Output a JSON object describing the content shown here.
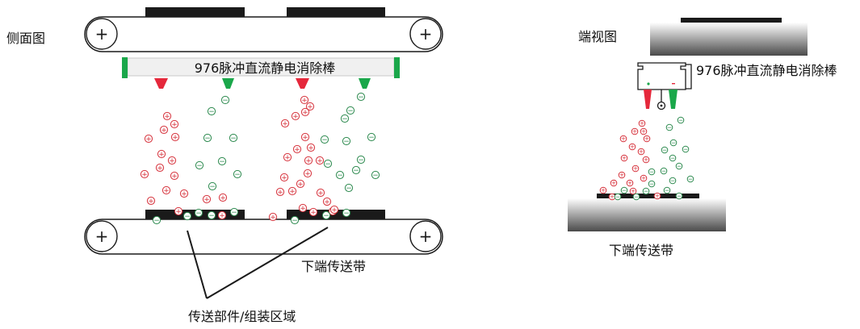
{
  "side_view": {
    "label": "侧面图",
    "bar_label": "976脉冲直流静电消除棒",
    "roller_symbol": "+",
    "lower_conveyor_label": "下端传送带",
    "zone_label": "传送部件/组装区域"
  },
  "end_view": {
    "label": "端视图",
    "bar_label": "976脉冲直流静电消除棒",
    "lower_conveyor_label": "下端传送带"
  },
  "ion_symbols": {
    "positive": "+",
    "negative": "−"
  },
  "colors": {
    "positive_emitter": "#e5283b",
    "negative_emitter": "#1aa74a",
    "positive_ion": "#d6323c",
    "negative_ion": "#2d8a4f",
    "belt_part": "#1a1a1a"
  }
}
